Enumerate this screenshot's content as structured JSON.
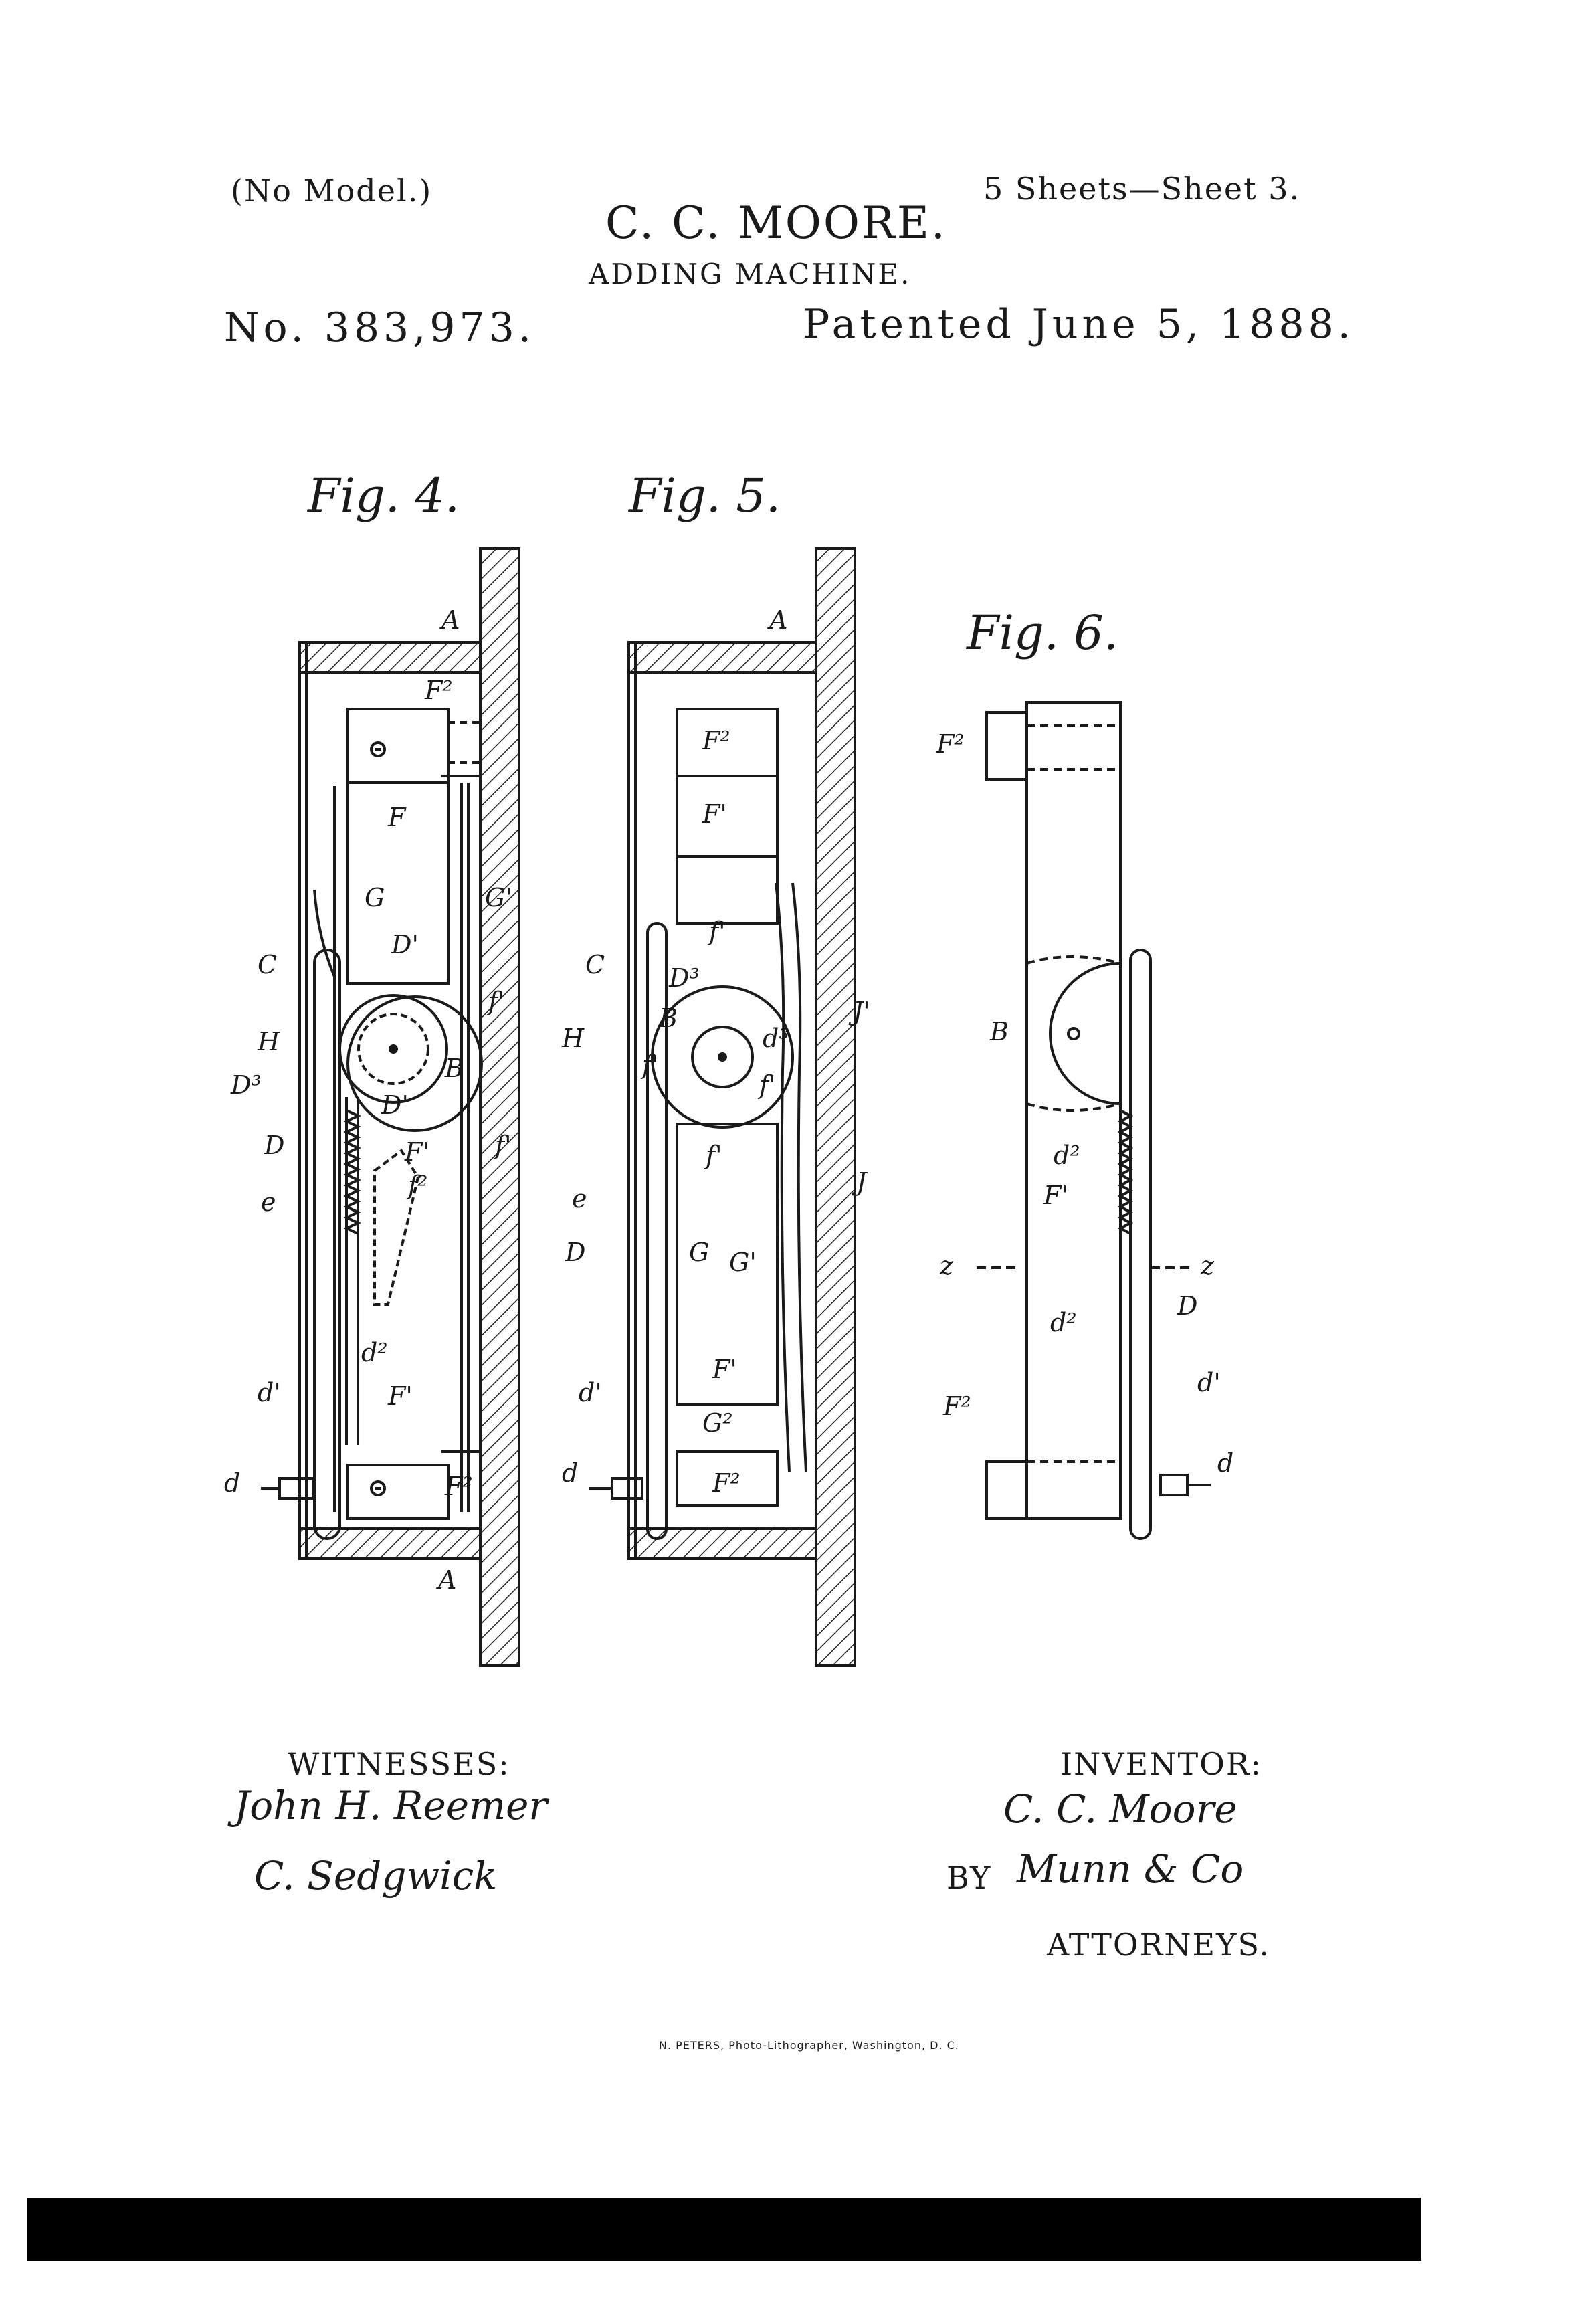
{
  "header": {
    "model_note": "(No Model.)",
    "sheets": "5 Sheets—Sheet 3.",
    "inventor_name": "C. C. MOORE.",
    "title": "ADDING MACHINE.",
    "patent_number": "No. 383,973.",
    "patented_date": "Patented June 5, 1888."
  },
  "figures": {
    "fig4": {
      "label": "Fig. 4.",
      "parts": {
        "A_top": "A",
        "F2_top": "F²",
        "F": "F",
        "G": "G",
        "G1": "G'",
        "D1": "D'",
        "C": "C",
        "f1_top": "f'",
        "H": "H",
        "D3": "D³",
        "B": "B",
        "D1b": "D'",
        "f1_bot": "f'",
        "D": "D",
        "F1": "F'",
        "f2": "f²",
        "e": "e",
        "d2": "d²",
        "d1": "d'",
        "F1b": "F'",
        "d": "d",
        "F2_bot": "F²",
        "A_bot": "A"
      }
    },
    "fig5": {
      "label": "Fig. 5.",
      "parts": {
        "A": "A",
        "F2_top": "F²",
        "F1_top": "F'",
        "f1_top": "f'",
        "C": "C",
        "D3": "D³",
        "J1": "J'",
        "H": "H",
        "B": "B",
        "f1_left": "f'",
        "d3": "d³",
        "f1_right": "f'",
        "f1_bot": "f'",
        "J": "J",
        "e": "e",
        "D": "D",
        "G": "G",
        "G1": "G'",
        "F1": "F'",
        "d1": "d'",
        "G2": "G²",
        "d": "d",
        "F2_bot": "F²"
      }
    },
    "fig6": {
      "label": "Fig. 6.",
      "parts": {
        "F2_top": "F²",
        "B": "B",
        "d2_a": "d²",
        "F1": "F'",
        "z_left": "z",
        "z_right": "z",
        "d2_b": "d²",
        "D": "D",
        "d1": "d'",
        "F2_bot": "F²",
        "d": "d"
      }
    }
  },
  "signatures": {
    "witnesses_label": "WITNESSES:",
    "witness1": "John H. Reemer",
    "witness2": "C. Sedgwick",
    "inventor_label": "INVENTOR:",
    "inventor_sig": "C. C. Moore",
    "by": "BY",
    "attorney_sig": "Munn & Co",
    "attorneys_label": "ATTORNEYS."
  },
  "footer": {
    "lithographer": "N. PETERS, Photo-Lithographer, Washington, D. C."
  }
}
